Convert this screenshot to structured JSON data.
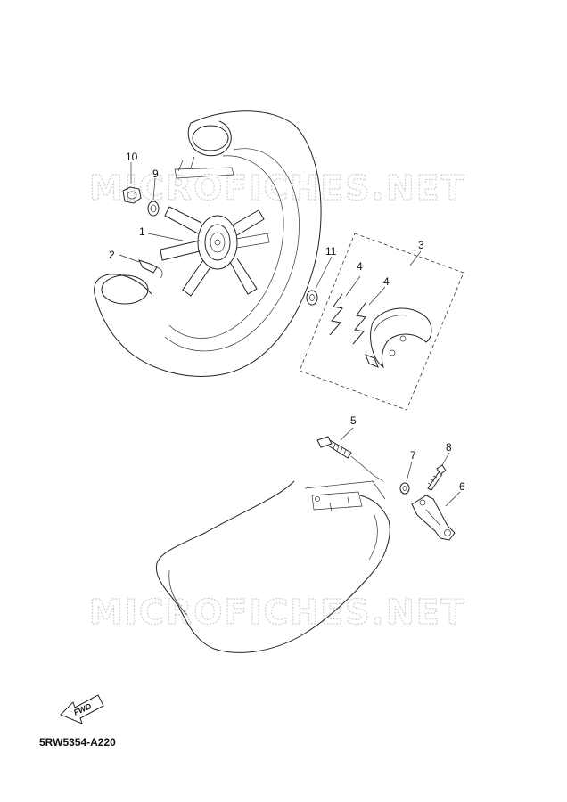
{
  "diagram": {
    "part_code": "5RW5354-A220",
    "watermark_text": "MICROFICHES.NET",
    "fwd_label": "FWD",
    "callouts": {
      "c1": "1",
      "c2": "2",
      "c3": "3",
      "c4a": "4",
      "c4b": "4",
      "c5": "5",
      "c6": "6",
      "c7": "7",
      "c8": "8",
      "c9": "9",
      "c10": "10",
      "c11": "11"
    }
  }
}
